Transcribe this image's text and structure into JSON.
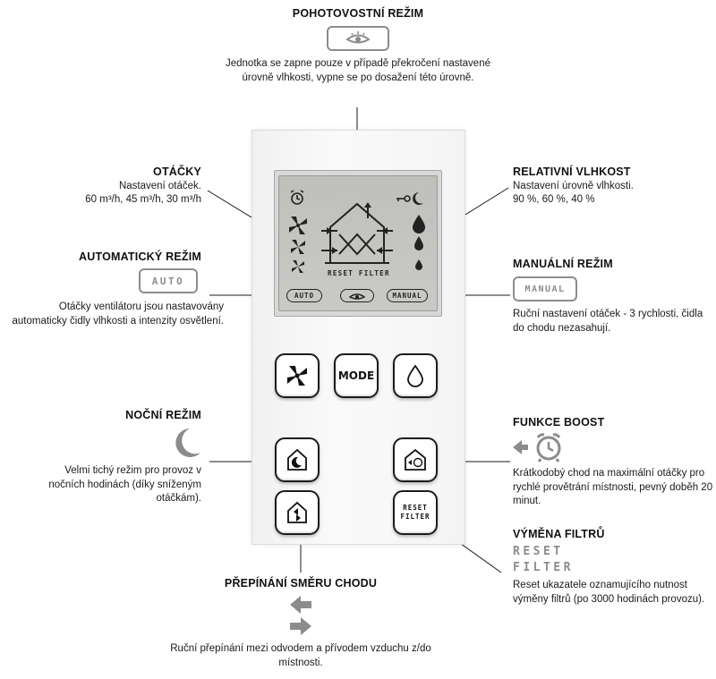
{
  "standby": {
    "title": "POHOTOVOSTNÍ REŽIM",
    "icon": "eye-icon",
    "description": "Jednotka se zapne pouze v případě překročení nastavené úrovně vlhkosti, vypne se po dosažení této úrovně."
  },
  "speed": {
    "title": "OTÁČKY",
    "line1": "Nastavení otáček.",
    "line2": "60 m³/h, 45 m³/h, 30 m³/h",
    "icon": "fan-icon"
  },
  "humidity": {
    "title": "RELATIVNÍ VLHKOST",
    "line1": "Nastavení úrovně vlhkosti.",
    "line2": "90 %, 60 %, 40 %",
    "icon": "drop-icon"
  },
  "auto_mode": {
    "title": "AUTOMATICKÝ REŽIM",
    "badge": "AUTO",
    "description": "Otáčky ventilátoru jsou nastavovány automaticky čidly vlhkosti a intenzity osvětlení."
  },
  "manual_mode": {
    "title": "MANUÁLNÍ REŽIM",
    "badge": "MANUAL",
    "description": "Ruční nastavení otáček - 3 rychlosti, čidla do chodu nezasahují."
  },
  "night_mode": {
    "title": "NOČNÍ REŽIM",
    "icon": "moon-icon",
    "description": "Velmi tichý režim pro provoz v nočních hodinách (díky sníženým otáčkám)."
  },
  "boost": {
    "title": "FUNKCE BOOST",
    "icon": "alarm-clock-icon",
    "description": "Krátkodobý chod na maximální otáčky pro rychlé provětrání místnosti, pevný doběh 20 minut."
  },
  "filter": {
    "title": "VÝMĚNA FILTRŮ",
    "badge_line1": "RESET",
    "badge_line2": "FILTER",
    "description": "Reset ukazatele oznamujícího nutnost výměny filtrů (po 3000 hodinách provozu)."
  },
  "direction": {
    "title": "PŘEPÍNÁNÍ SMĚRU CHODU",
    "icon": "direction-arrows-icon",
    "description": "Ruční přepínání mezi odvodem a přívodem vzduchu z/do místnosti."
  },
  "lcd": {
    "reset_filter": "RESET FILTER",
    "auto": "AUTO",
    "manual": "MANUAL"
  },
  "keys": {
    "mode": "MODE",
    "reset_line1": "RESET",
    "reset_line2": "FILTER"
  }
}
